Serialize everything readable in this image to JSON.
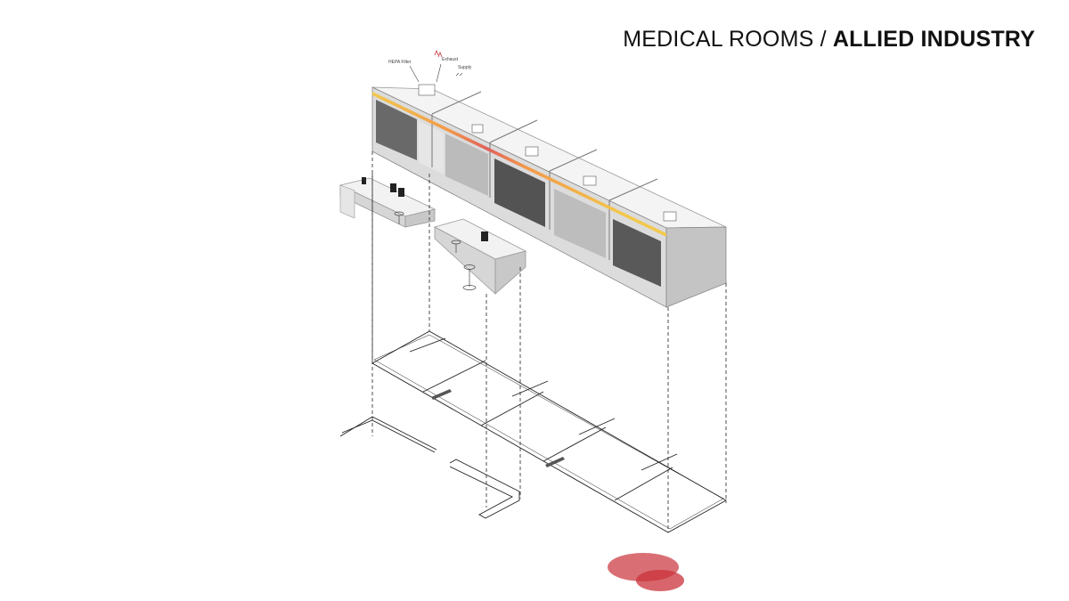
{
  "header": {
    "title_regular": "MEDICAL ROOMS / ",
    "title_bold": "ALLIED INDUSTRY"
  },
  "annotations": {
    "hepa_filter": "HEPA Filter",
    "exhaust": "Exhaust",
    "supply": "Supply"
  },
  "colors": {
    "accent_yellow": "#f2c94c",
    "accent_orange": "#f2994a",
    "accent_red": "#d9534f",
    "red_zone": "#c9323a",
    "line": "#222222"
  }
}
